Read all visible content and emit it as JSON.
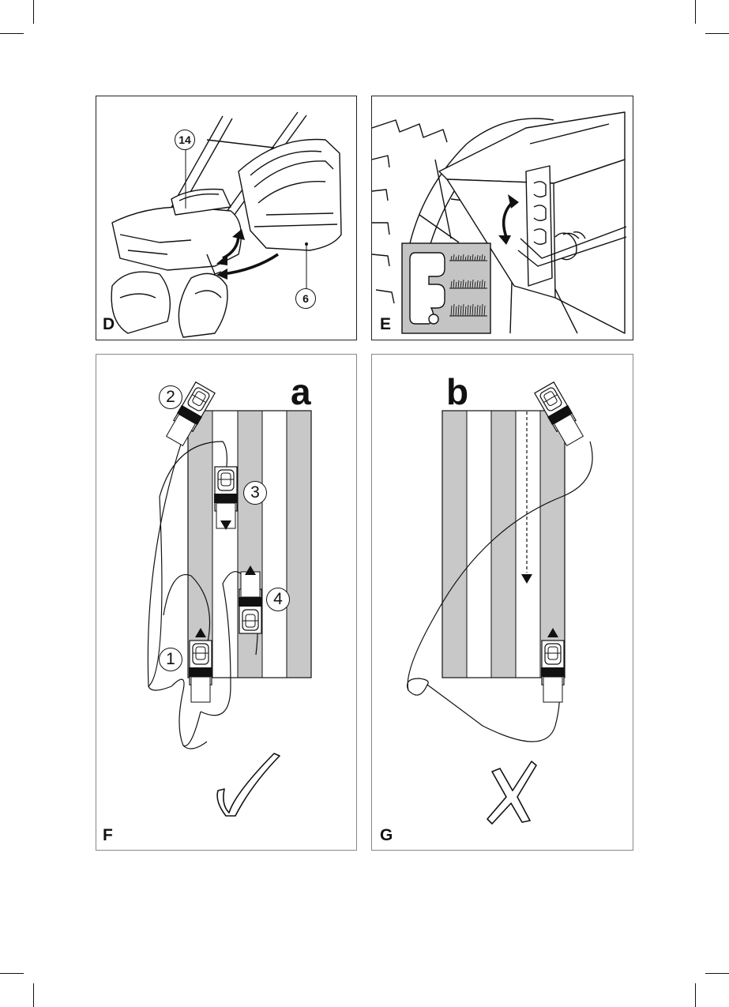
{
  "panels": {
    "D": {
      "label": "D",
      "callouts": [
        "14",
        "6"
      ]
    },
    "E": {
      "label": "E"
    },
    "F": {
      "label": "F",
      "corner": "a",
      "steps": [
        "1",
        "2",
        "3",
        "4"
      ],
      "mark": "check"
    },
    "G": {
      "label": "G",
      "corner": "b",
      "mark": "cross"
    }
  },
  "colors": {
    "stripe": "#c8c8c8",
    "ink": "#111111",
    "inset_gray": "#c4c4c4"
  }
}
